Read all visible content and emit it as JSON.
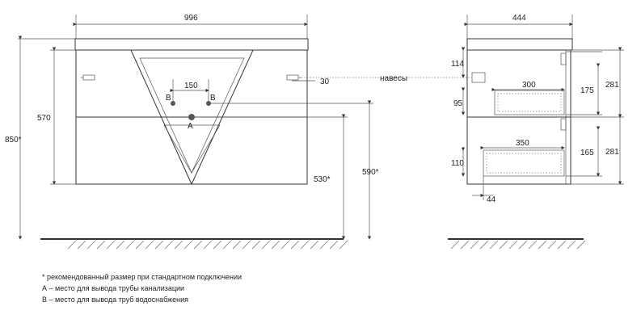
{
  "front": {
    "width": "996",
    "height_total": "850*",
    "height_body": "570",
    "pipe_spacing": "150",
    "hanger_offset": "30",
    "outlet_a_height": "530*",
    "supply_b_height": "590*",
    "label_a": "A",
    "label_b1": "B",
    "label_b2": "B"
  },
  "side": {
    "depth": "444",
    "top_offset": "114",
    "drawer_gap": "95",
    "lower_offset": "110",
    "upper_drawer_width": "300",
    "lower_drawer_width": "350",
    "upper_drawer_height": "175",
    "lower_drawer_height": "165",
    "module_height_1": "281",
    "module_height_2": "281",
    "back_offset": "44"
  },
  "hangers_label": "навесы",
  "notes": [
    "* рекомендованный размер при стандартном подключении",
    "А – место для вывода трубы канализации",
    "В – место для вывода труб водоснабжения"
  ]
}
